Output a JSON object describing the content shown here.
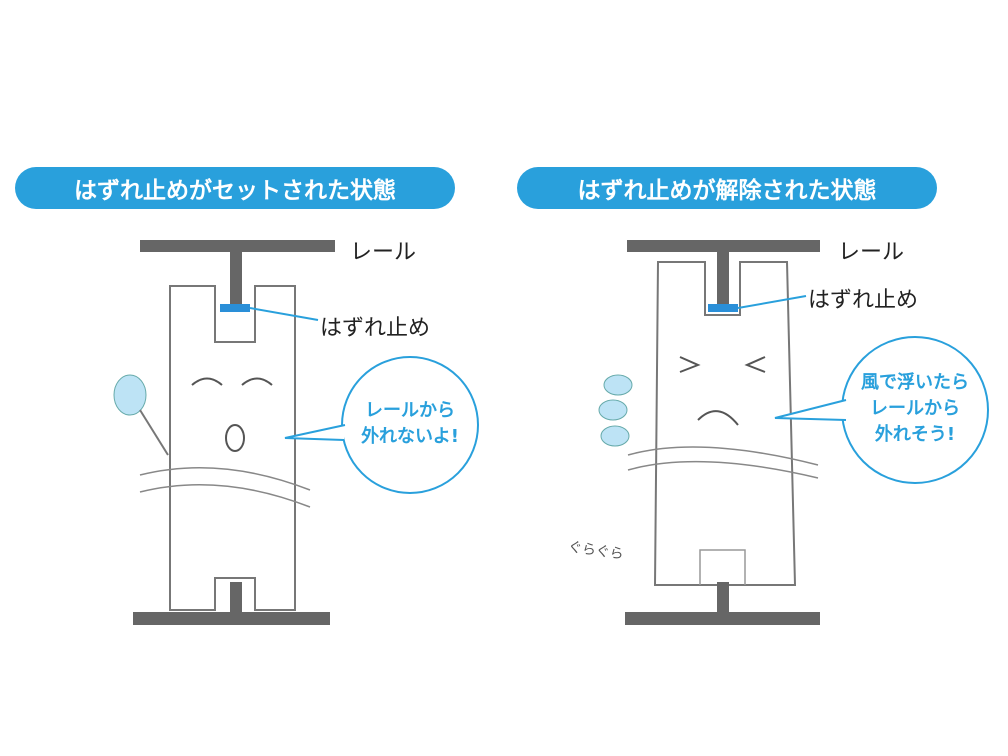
{
  "left": {
    "title": "はずれ止めがセットされた状態",
    "rail_label": "レール",
    "stopper_label": "はずれ止め",
    "speech": [
      "レールから",
      "外れないよ!"
    ]
  },
  "right": {
    "title": "はずれ止めが解除された状態",
    "rail_label": "レール",
    "stopper_label": "はずれ止め",
    "speech": [
      "風で浮いたら",
      "レールから",
      "外れそう!"
    ],
    "sound": "ぐらぐら"
  },
  "colors": {
    "accent": "#29a0dc",
    "rail": "#666666",
    "stopper": "#2a8fd8"
  }
}
